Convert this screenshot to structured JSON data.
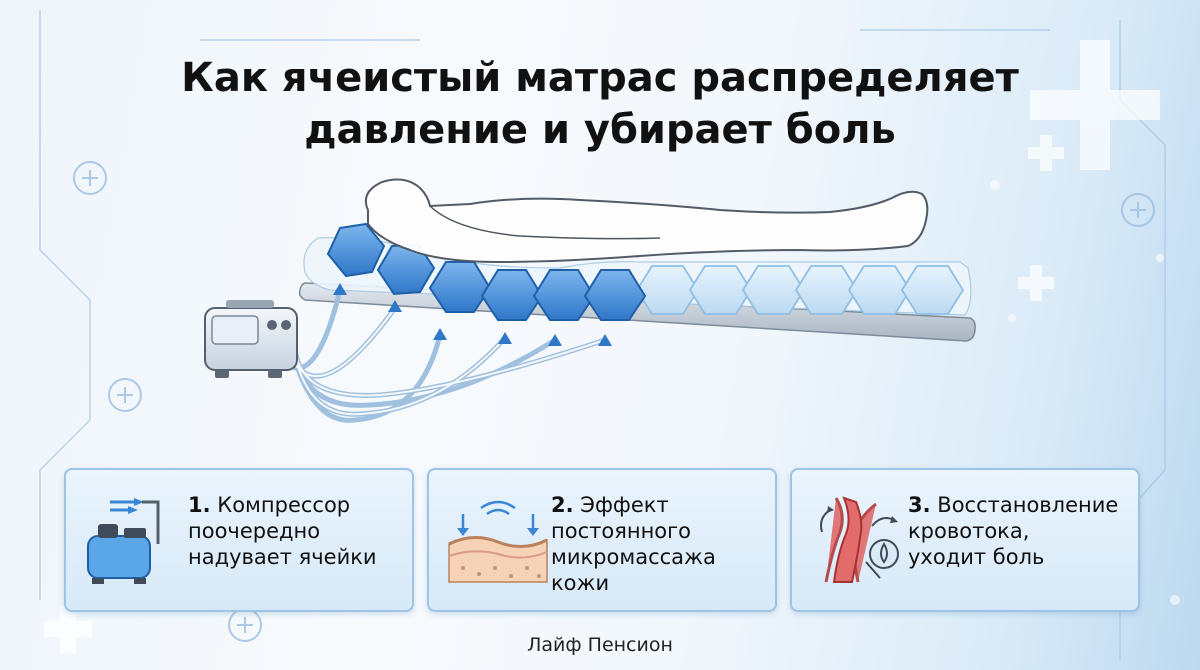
{
  "title": {
    "line1": "Как ячеистый матрас распределяет",
    "line2": "давление и убирает боль"
  },
  "cards": [
    {
      "number": "1.",
      "lines": [
        "Компрессор",
        "поочередно",
        "надувает ячейки"
      ],
      "icon": "compressor-icon"
    },
    {
      "number": "2.",
      "lines": [
        "Эффект",
        "постоянного",
        "микромассажа",
        "кожи"
      ],
      "icon": "skin-massage-icon"
    },
    {
      "number": "3.",
      "lines": [
        "Восстановление",
        "кровотока,",
        "уходит боль"
      ],
      "icon": "blood-vessel-icon"
    }
  ],
  "footer": {
    "brand": "Лайф Пенсион"
  },
  "colors": {
    "inflated_cell": "#3b86d6",
    "deflated_cell": "#c9e3f7",
    "card_border": "#9cc4e6",
    "tube": "#8fb4d6"
  }
}
